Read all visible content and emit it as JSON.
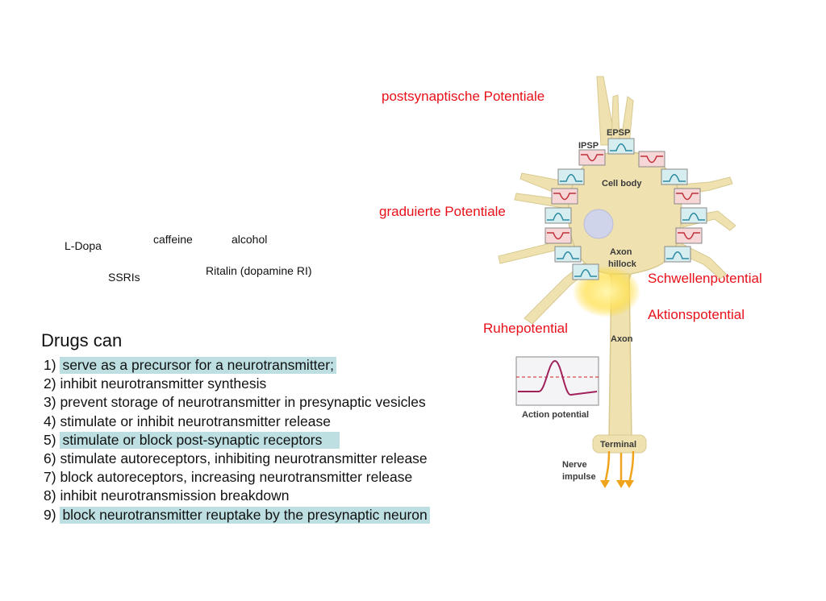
{
  "drugs": {
    "ldopa": "L-Dopa",
    "caffeine": "caffeine",
    "alcohol": "alcohol",
    "ssris": "SSRIs",
    "ritalin": "Ritalin (dopamine RI)"
  },
  "annotations": {
    "postsynaptic": "postsynaptische Potentiale",
    "graded": "graduierte Potentiale",
    "threshold": "Schwellenpotential",
    "action": "Aktionspotential",
    "resting": "Ruhepotential"
  },
  "list": {
    "title": "Drugs can",
    "items": [
      {
        "num": "1)",
        "text": "serve as a precursor for a neurotransmitter;",
        "highlighted": true
      },
      {
        "num": "2)",
        "text": "inhibit neurotransmitter synthesis",
        "highlighted": false
      },
      {
        "num": "3)",
        "text": "prevent storage of neurotransmitter in presynaptic vesicles",
        "highlighted": false
      },
      {
        "num": "4)",
        "text": "stimulate or inhibit neurotransmitter release",
        "highlighted": false
      },
      {
        "num": "5)",
        "text": "stimulate or block post-synaptic receptors",
        "highlighted": true
      },
      {
        "num": "6)",
        "text": "stimulate autoreceptors, inhibiting neurotransmitter release",
        "highlighted": false
      },
      {
        "num": "7)",
        "text": "block autoreceptors, increasing neurotransmitter release",
        "highlighted": false
      },
      {
        "num": "8)",
        "text": "inhibit neurotransmission breakdown",
        "highlighted": false
      },
      {
        "num": "9)",
        "text": "block neurotransmitter reuptake by the presynaptic neuron",
        "highlighted": true
      }
    ],
    "highlight_color": "#bddfe2"
  },
  "diagram": {
    "epsp": "EPSP",
    "ipsp": "IPSP",
    "cell_body": "Cell body",
    "axon_hillock_line1": "Axon",
    "axon_hillock_line2": "hillock",
    "axon": "Axon",
    "action_potential": "Action potential",
    "terminal": "Terminal",
    "nerve_impulse_line1": "Nerve",
    "nerve_impulse_line2": "impulse",
    "neuron_color": "#efe2b0",
    "epsp_color": "#2a8aa0",
    "ipsp_color": "#c0303a"
  }
}
